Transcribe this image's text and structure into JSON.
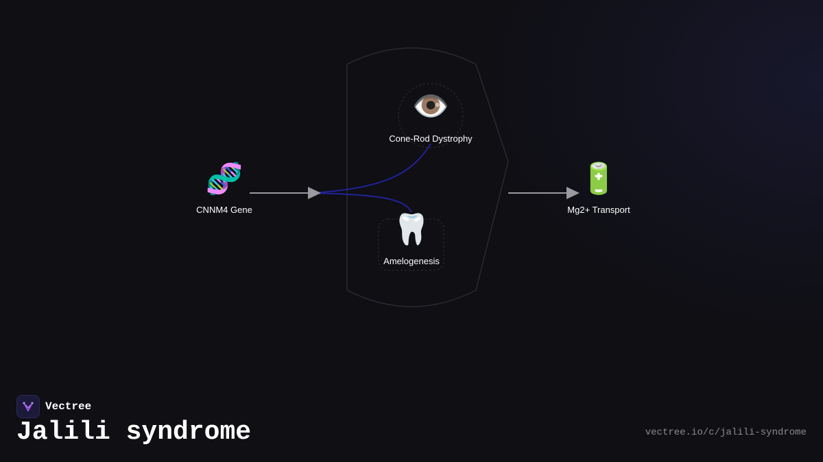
{
  "diagram": {
    "nodes": [
      {
        "id": "gene",
        "icon": "🧬",
        "icon_name": "dna-icon",
        "label": "CNNM4 Gene"
      },
      {
        "id": "cone",
        "icon": "👁️",
        "icon_name": "eye-icon",
        "label": "Cone-Rod Dystrophy"
      },
      {
        "id": "amelo",
        "icon": "🦷",
        "icon_name": "tooth-icon",
        "label": "Amelogenesis"
      },
      {
        "id": "mg",
        "icon": "🔋",
        "icon_name": "battery-icon",
        "label": "Mg2+ Transport"
      }
    ],
    "edges": [
      {
        "from": "gene",
        "to": "cone"
      },
      {
        "from": "gene",
        "to": "amelo"
      },
      {
        "from": "group",
        "to": "mg"
      }
    ]
  },
  "brand": {
    "name": "Vectree",
    "logo_icon": "vectree-logo-icon"
  },
  "title": "Jalili syndrome",
  "url": "vectree.io/c/jalili-syndrome",
  "colors": {
    "background": "#0f0f14",
    "link": "#2222aa",
    "arrow": "#9a9aa0",
    "outline": "#2a2a30",
    "text": "#ffffff",
    "muted": "#8a8a90"
  }
}
